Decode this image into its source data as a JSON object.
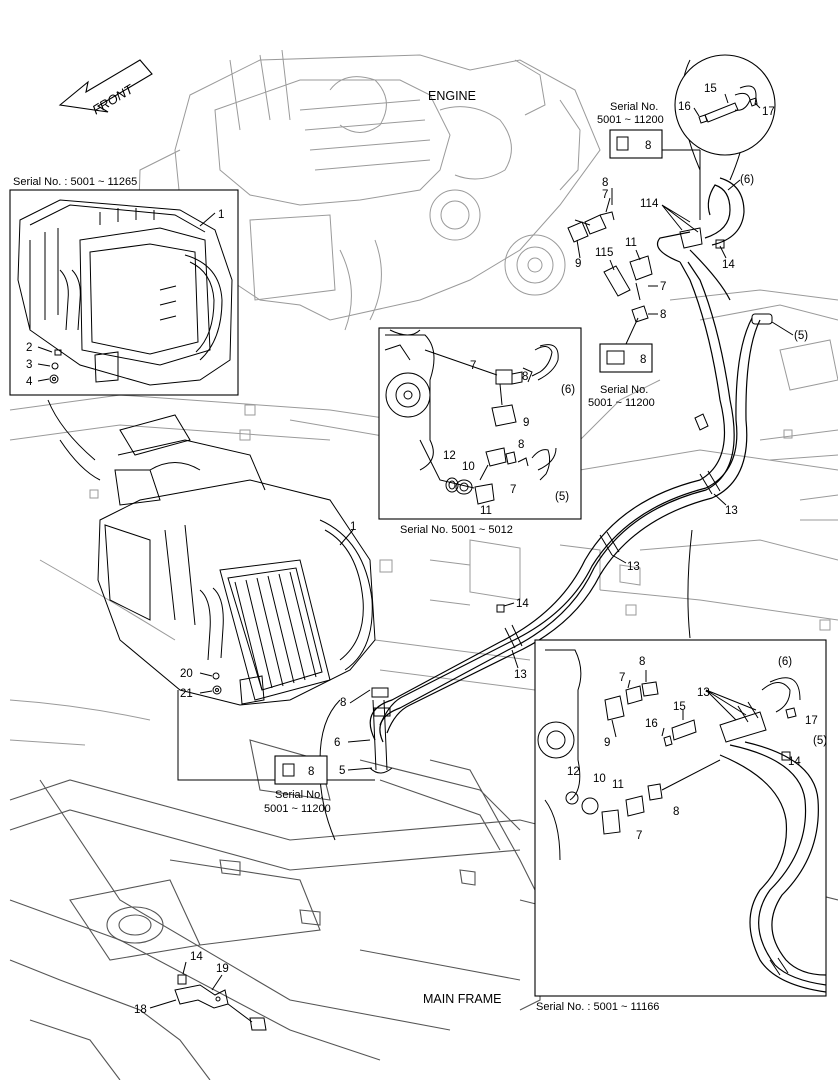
{
  "labels": {
    "engine": "ENGINE",
    "main_frame": "MAIN FRAME",
    "front": "FRONT"
  },
  "serials": {
    "heater_top": "Serial No. : 5001 ~ 11265",
    "engine_detail": "Serial No. 5001 ~ 5012",
    "lower_right_detail": "Serial No. : 5001 ~ 11166",
    "top_clamp_line1": "Serial No.",
    "top_clamp_line2": "5001 ~ 11200",
    "mid_clamp_line1": "Serial No.",
    "mid_clamp_line2": "5001 ~ 11200",
    "low_clamp_line1": "Serial No.",
    "low_clamp_line2": "5001 ~ 11200"
  },
  "callouts": {
    "c1a": "1",
    "c2": "2",
    "c3": "3",
    "c4": "4",
    "c1b": "1",
    "c20": "20",
    "c21": "21",
    "c8a": "8",
    "c6a": "6",
    "c5a": "5",
    "c8box_low": "8",
    "c14a": "14",
    "c13a": "13",
    "c13b": "13",
    "c13c": "13",
    "c14b": "14",
    "c18": "18",
    "c19": "19",
    "c7a": "7",
    "c8b": "8",
    "c9a": "9",
    "c115": "115",
    "c11a": "11",
    "c7b": "7",
    "c8c": "8",
    "c8box_mid": "8",
    "c8box_top": "8",
    "c114": "114",
    "c6b": "(6)",
    "c14c": "14",
    "c5b": "(5)",
    "c16a": "16",
    "c15a": "15",
    "c17a": "17",
    "e7a": "7",
    "e8a": "8",
    "e6": "(6)",
    "e9": "9",
    "e12": "12",
    "e10": "10",
    "e7b": "7",
    "e8b": "8",
    "e11": "11",
    "e5": "(5)",
    "r8a": "8",
    "r7a": "7",
    "r6": "(6)",
    "r13": "13",
    "r17": "17",
    "r9": "9",
    "r15": "15",
    "r16": "16",
    "r5": "(5)",
    "r14": "14",
    "r12": "12",
    "r10": "10",
    "r11": "11",
    "r8b": "8",
    "r7b": "7"
  }
}
